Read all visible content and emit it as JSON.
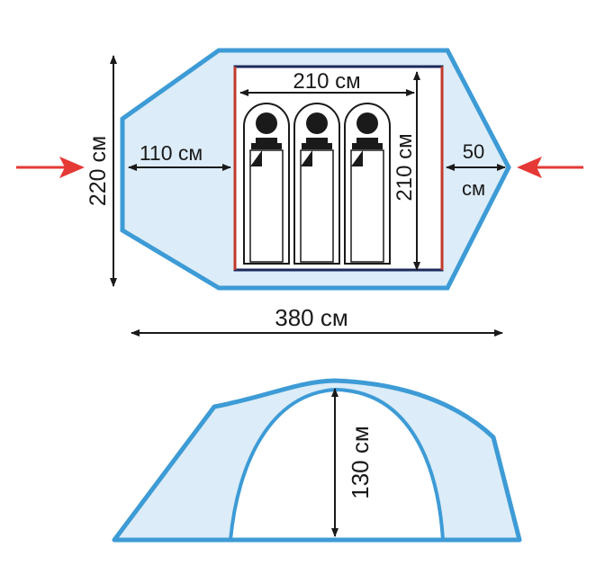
{
  "top_view": {
    "overall_length": "380 см",
    "overall_width": "220 см",
    "inner_length": "210 см",
    "inner_width": "210 см",
    "vestibule_depth": "110 см",
    "rear_depth_value": "50",
    "rear_depth_unit": "см",
    "sleeping_places": 3
  },
  "side_view": {
    "height": "130 см"
  },
  "colors": {
    "outline_blue": "#3d9bd6",
    "fill_light_blue": "#dcecf8",
    "inner_tent_red": "#c0392b",
    "inner_tent_navy": "#1b2a5a",
    "arrow_red": "#e53935",
    "dimension_line": "#1a1a1a"
  },
  "icons": [
    "sleeping-bag-icon",
    "person-head-icon",
    "entrance-arrow-icon"
  ]
}
